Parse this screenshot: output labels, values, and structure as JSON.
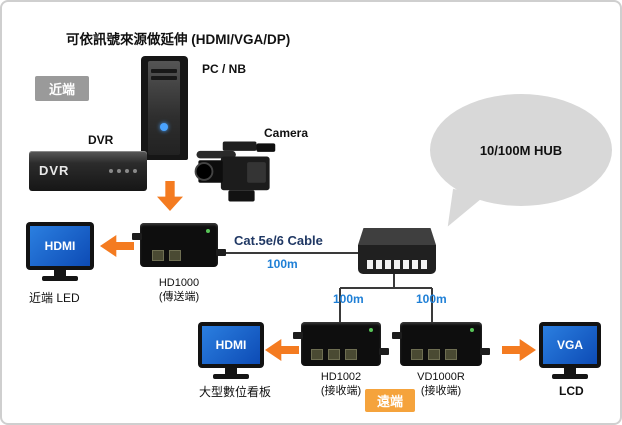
{
  "title": "可依訊號來源做延伸  (HDMI/VGA/DP)",
  "near_badge": "近端",
  "far_badge": "遠端",
  "devices": {
    "pc": "PC / NB",
    "dvr": "DVR",
    "dvr_front": "DVR",
    "camera": "Camera",
    "hd1000": "HD1000",
    "hd1000_role": "(傳送端)",
    "hd1002": "HD1002",
    "hd1002_role": "(接收端)",
    "vd1000r": "VD1000R",
    "vd1000r_role": "(接收端)",
    "hub": "10/100M HUB"
  },
  "displays": {
    "near_hdmi": "HDMI",
    "near_hdmi_label": "近端 LED",
    "signage_hdmi": "HDMI",
    "signage_label": "大型數位看板",
    "vga": "VGA",
    "vga_label": "LCD"
  },
  "cable": {
    "label": "Cat.5e/6 Cable",
    "dist_main": "100m",
    "dist_left": "100m",
    "dist_right": "100m"
  },
  "colors": {
    "arrow_orange": "#F47B20",
    "near_badge_bg": "#9A9A9A",
    "far_badge_bg": "#F5A33C",
    "distance_blue": "#1E7FD6",
    "cable_navy": "#203864",
    "bubble_gray": "#D8D8D8",
    "screen_blue": "#1565C8"
  }
}
